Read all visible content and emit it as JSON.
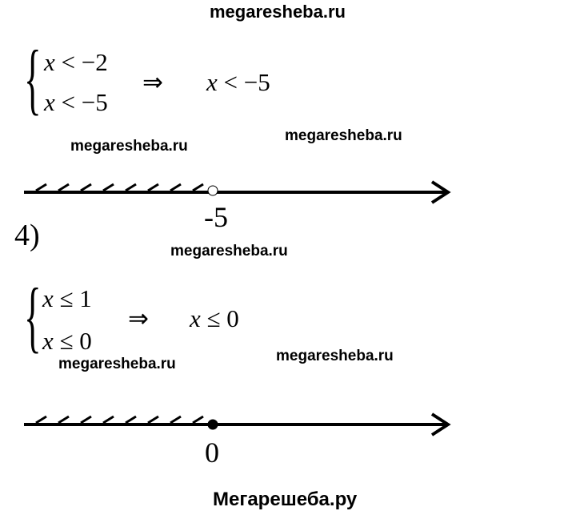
{
  "header": {
    "watermark": "megaresheba.ru"
  },
  "problem3": {
    "system": [
      {
        "var": "x",
        "rel": "<",
        "val": "−2"
      },
      {
        "var": "x",
        "rel": "<",
        "val": "−5"
      }
    ],
    "implies": "⇒",
    "result": {
      "var": "x",
      "rel": "<",
      "val": "−5"
    },
    "point_label": "-5",
    "point_type": "open"
  },
  "problem4": {
    "number": "4)",
    "system": [
      {
        "var": "x",
        "rel": "≤",
        "val": "1"
      },
      {
        "var": "x",
        "rel": "≤",
        "val": "0"
      }
    ],
    "implies": "⇒",
    "result": {
      "var": "x",
      "rel": "≤",
      "val": "0"
    },
    "point_label": "0",
    "point_type": "filled"
  },
  "watermarks": [
    "megaresheba.ru",
    "megaresheba.ru",
    "megaresheba.ru",
    "megaresheba.ru",
    "megaresheba.ru"
  ],
  "footer": {
    "watermark": "Мегарешеба.ру"
  }
}
